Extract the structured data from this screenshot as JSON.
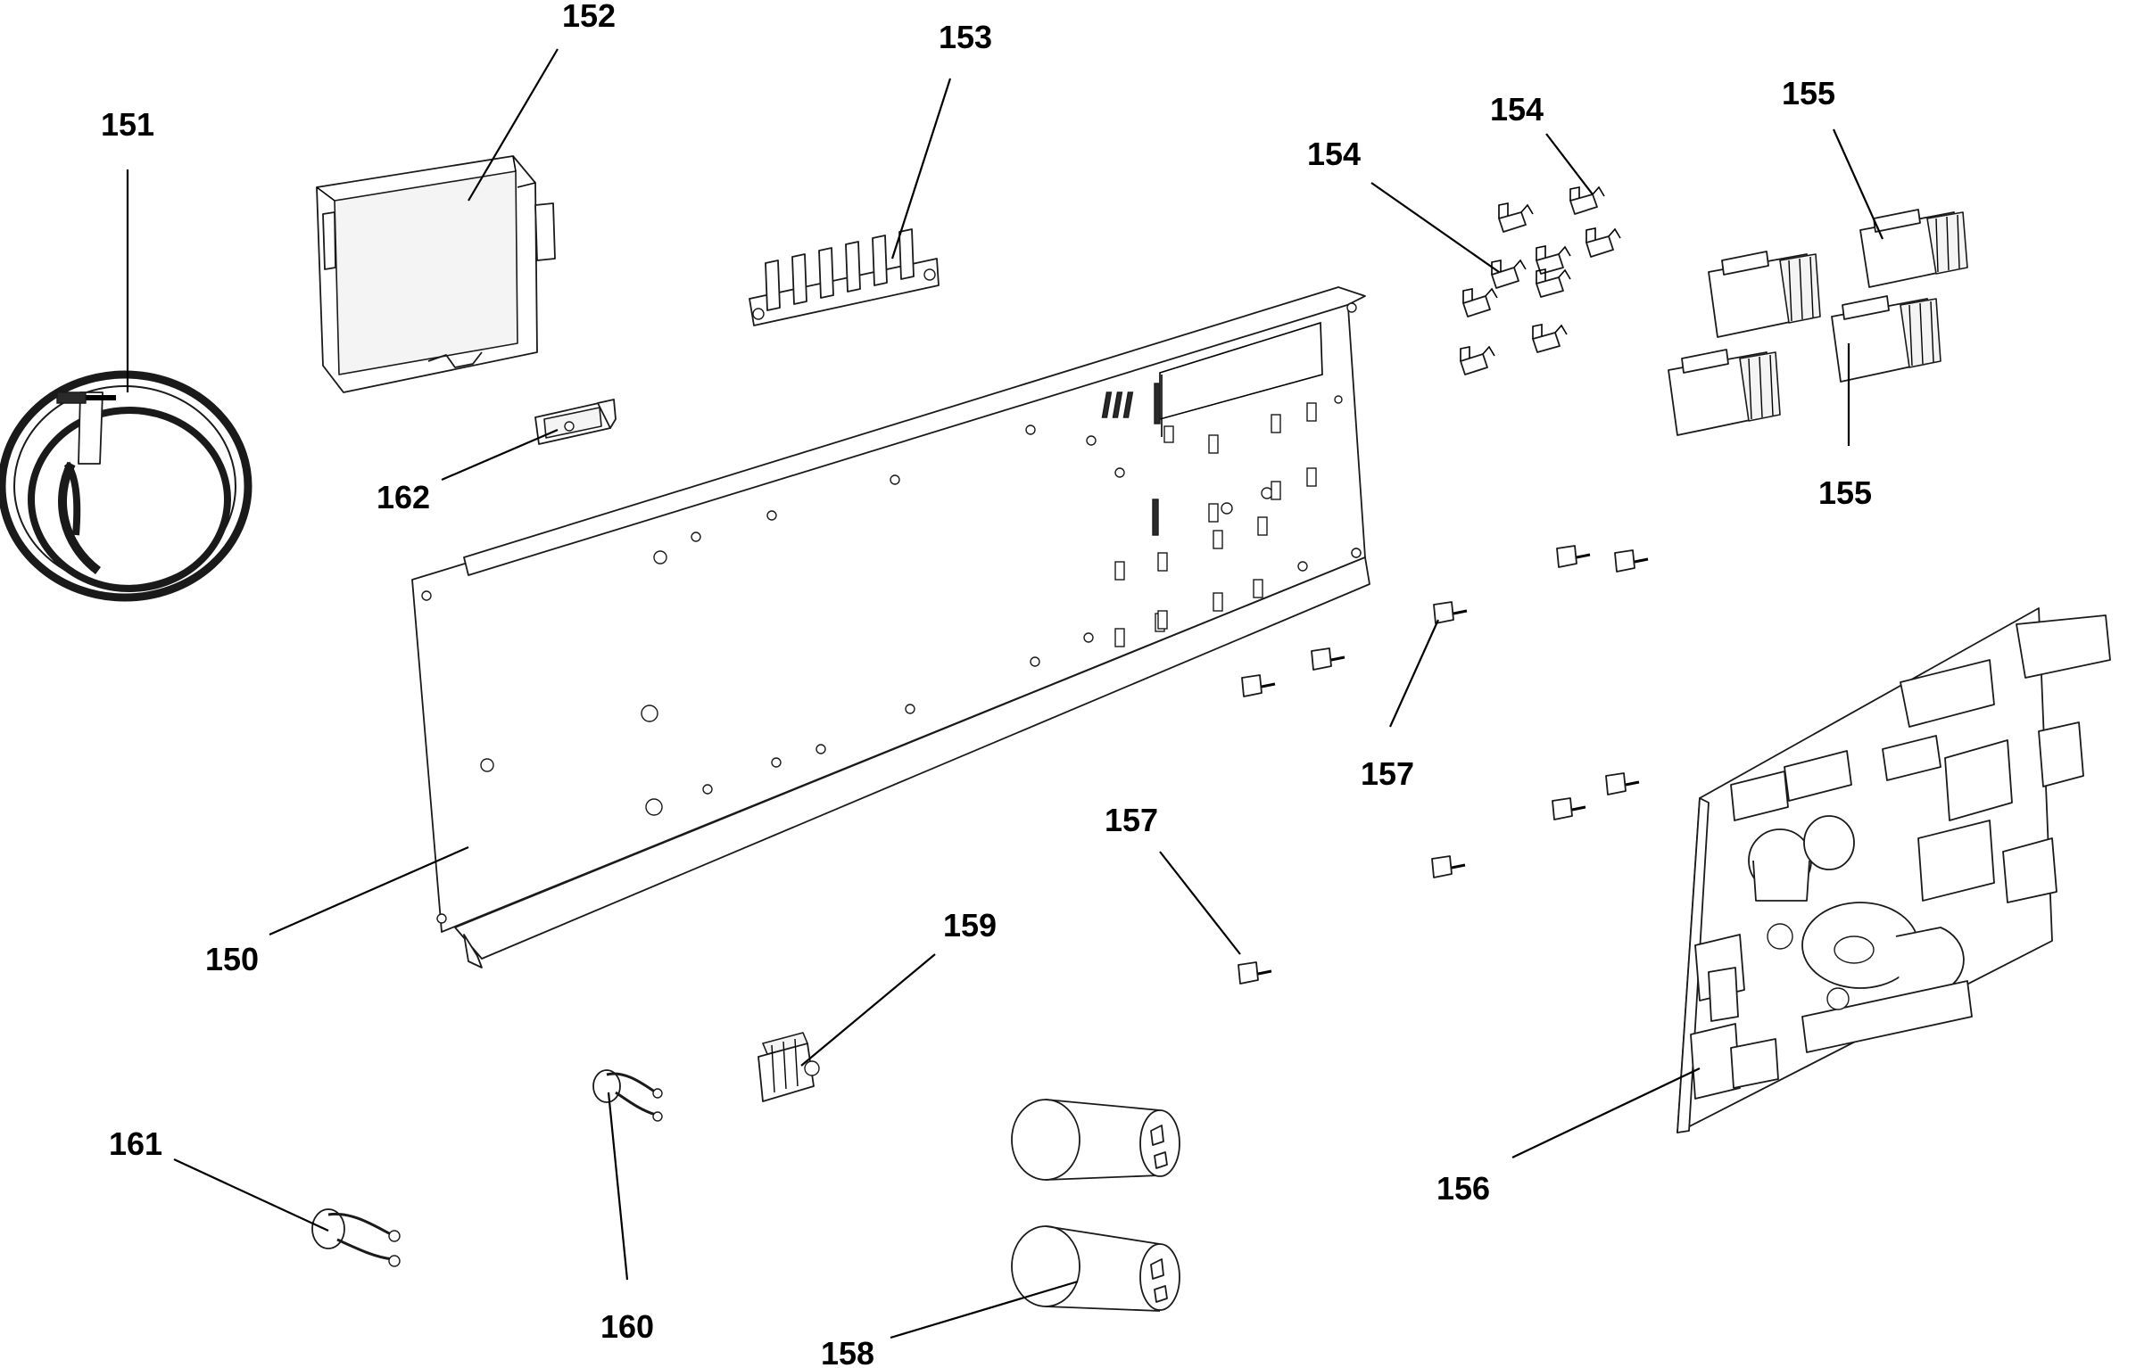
{
  "diagram": {
    "callouts": [
      {
        "id": "150",
        "label": "150"
      },
      {
        "id": "151",
        "label": "151"
      },
      {
        "id": "152",
        "label": "152"
      },
      {
        "id": "153",
        "label": "153"
      },
      {
        "id": "154a",
        "label": "154"
      },
      {
        "id": "154b",
        "label": "154"
      },
      {
        "id": "155a",
        "label": "155"
      },
      {
        "id": "155b",
        "label": "155"
      },
      {
        "id": "156",
        "label": "156"
      },
      {
        "id": "157a",
        "label": "157"
      },
      {
        "id": "157b",
        "label": "157"
      },
      {
        "id": "158",
        "label": "158"
      },
      {
        "id": "159",
        "label": "159"
      },
      {
        "id": "160",
        "label": "160"
      },
      {
        "id": "161",
        "label": "161"
      },
      {
        "id": "162",
        "label": "162"
      }
    ]
  }
}
